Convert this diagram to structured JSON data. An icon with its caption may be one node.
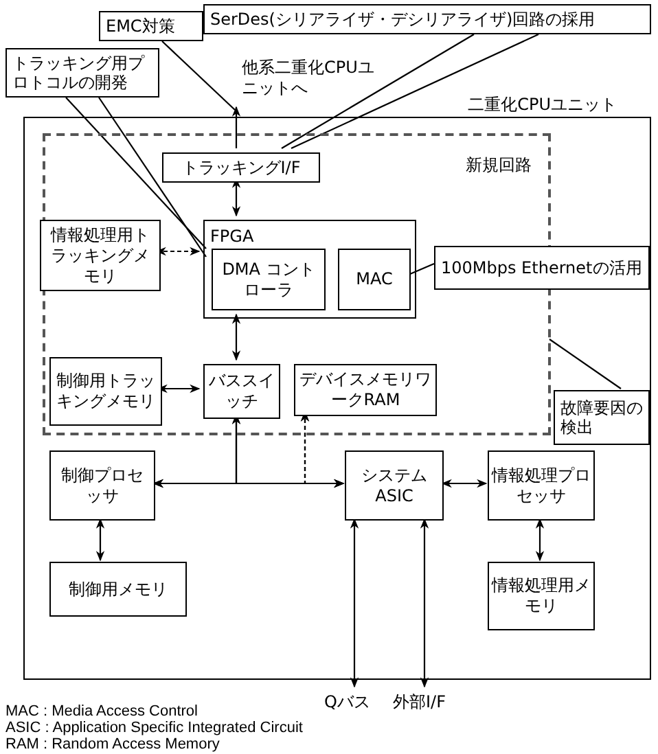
{
  "diagram": {
    "nodes": [
      {
        "text": [
          "二重化CPUユニット"
        ]
      },
      {
        "text": [
          "新規回路"
        ],
        "in": 0
      },
      {
        "text": [
          "トラッキングI/F"
        ],
        "in": 1
      },
      {
        "text": [
          "FPGA"
        ],
        "in": 1
      },
      {
        "text": [
          "DMA コントローラ"
        ],
        "in": 3
      },
      {
        "text": [
          "MAC"
        ],
        "in": 3
      },
      {
        "text": [
          "情報処理用トラッキングメモリ"
        ],
        "in": 1
      },
      {
        "text": [
          "制御用トラッキングメモリ"
        ],
        "in": 1
      },
      {
        "text": [
          "バススイッチ"
        ],
        "in": 1
      },
      {
        "text": [
          "デバイスメモリワークRAM"
        ],
        "in": 1
      },
      {
        "text": [
          "制御プロセッサ"
        ],
        "in": 0
      },
      {
        "text": [
          "システムASIC"
        ],
        "in": 0
      },
      {
        "text": [
          "情報処理プロセッサ"
        ],
        "in": 0
      },
      {
        "text": [
          "制御用メモリ"
        ],
        "in": 0
      },
      {
        "text": [
          "情報処理用メモリ"
        ],
        "in": 0
      },
      {
        "text": [
          "EMC対策"
        ]
      },
      {
        "text": [
          "SerDes(シリアライザ・デシリアライザ)回路の採用"
        ]
      },
      {
        "text": [
          "トラッキング用プロトコルの開発"
        ]
      },
      {
        "text": [
          "100Mbps Ethernetの活用"
        ],
        "in": 0
      },
      {
        "text": [
          "故障要因の検出"
        ],
        "in": 0
      },
      {
        "text": [
          "他系二重化CPUユニットへ"
        ]
      },
      {
        "text": [
          "Qバス"
        ]
      },
      {
        "text": [
          "外部I/F"
        ]
      }
    ],
    "edges": [
      {
        "from": 2,
        "to": 20,
        "arrow": "to"
      },
      {
        "from": 2,
        "to": 3,
        "arrow": "both"
      },
      {
        "from": 6,
        "to": 3,
        "arrow": "both",
        "style": "dashed"
      },
      {
        "from": 3,
        "to": 8,
        "arrow": "both"
      },
      {
        "from": 7,
        "to": 8,
        "arrow": "both"
      },
      {
        "from": 8,
        "to": 10,
        "arrow": "both"
      },
      {
        "from": 8,
        "to": 11,
        "arrow": "both"
      },
      {
        "from": 9,
        "to": 10,
        "arrow": "both",
        "style": "dashed"
      },
      {
        "from": 9,
        "to": 11,
        "arrow": "both",
        "style": "dashed"
      },
      {
        "from": 10,
        "to": 11,
        "arrow": "both"
      },
      {
        "from": 11,
        "to": 12,
        "arrow": "both"
      },
      {
        "from": 10,
        "to": 13,
        "arrow": "both"
      },
      {
        "from": 12,
        "to": 14,
        "arrow": "both"
      },
      {
        "from": 11,
        "to": 21,
        "arrow": "both"
      },
      {
        "from": 11,
        "to": 22,
        "arrow": "both"
      },
      {
        "from": 15,
        "to": 20,
        "arrow": "none"
      },
      {
        "from": 16,
        "to": 2,
        "arrow": "none"
      },
      {
        "from": 16,
        "to": 2,
        "arrow": "none"
      },
      {
        "from": 17,
        "to": 4,
        "arrow": "none"
      },
      {
        "from": 17,
        "to": 4,
        "arrow": "none"
      },
      {
        "from": 18,
        "to": 5,
        "arrow": "none"
      },
      {
        "from": 19,
        "to": 1,
        "arrow": "none"
      }
    ],
    "labels": [
      "MAC : Media Access Control",
      "ASIC : Application Specific Integrated Circuit",
      "RAM : Random Access Memory"
    ]
  }
}
